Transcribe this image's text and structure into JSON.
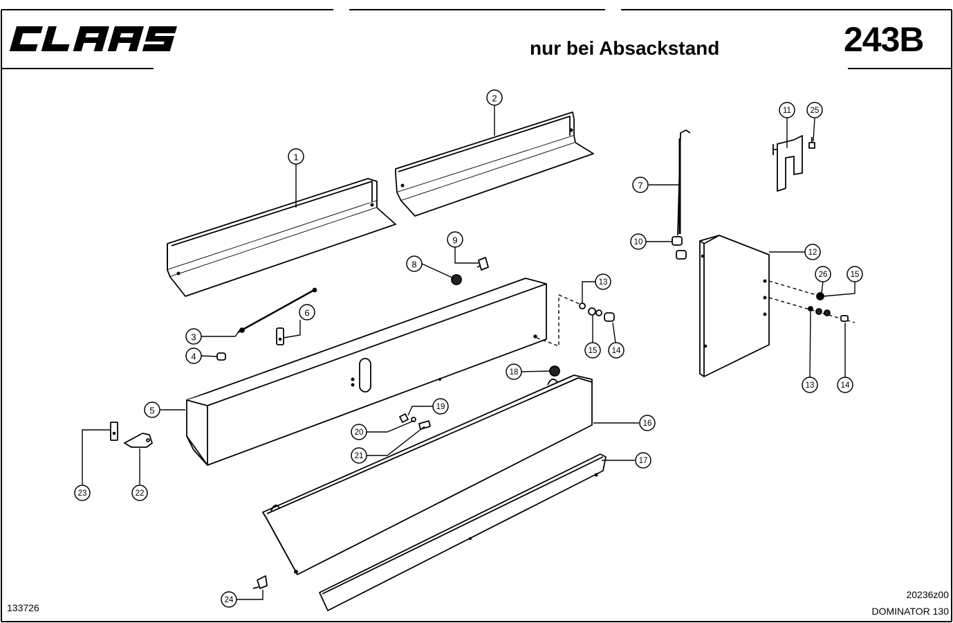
{
  "header": {
    "brand": "CLAAS",
    "title": "nur bei Absackstand",
    "page_number": "243B"
  },
  "footer": {
    "document_number": "133726",
    "drawing_number": "20236z00",
    "model": "DOMINATOR 130"
  },
  "callouts": [
    "1",
    "2",
    "3",
    "4",
    "5",
    "6",
    "7",
    "8",
    "9",
    "10",
    "11",
    "12",
    "13",
    "14",
    "15",
    "16",
    "17",
    "18",
    "19",
    "20",
    "21",
    "22",
    "23",
    "24",
    "25",
    "26"
  ]
}
